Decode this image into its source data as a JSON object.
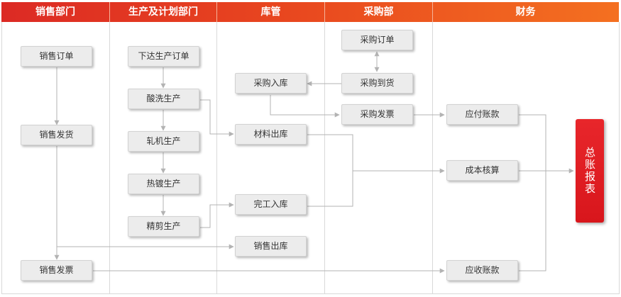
{
  "columns": [
    {
      "title": "销售部门"
    },
    {
      "title": "生产及计划部门"
    },
    {
      "title": "库管"
    },
    {
      "title": "采购部"
    },
    {
      "title": "财务"
    }
  ],
  "nodes": {
    "sales_order": "销售订单",
    "sales_ship": "销售发货",
    "sales_invoice": "销售发票",
    "issue_prod_order": "下达生产订单",
    "pickling": "酸洗生产",
    "rolling": "轧机生产",
    "galvanizing": "热镀生产",
    "shearing": "精剪生产",
    "purchase_in": "采购入库",
    "material_out": "材料出库",
    "finished_in": "完工入库",
    "sales_out": "销售出库",
    "purchase_order": "采购订单",
    "purchase_arrival": "采购到货",
    "purchase_invoice": "采购发票",
    "payable": "应付账款",
    "cost_accounting": "成本核算",
    "receivable": "应收账款"
  },
  "report": "总账报表",
  "colors": {
    "header_start": "#dc2a24",
    "header_end": "#f47020",
    "node_fill": "#ececec",
    "connector": "#b3b3b3",
    "report_fill": "#e8262b"
  }
}
